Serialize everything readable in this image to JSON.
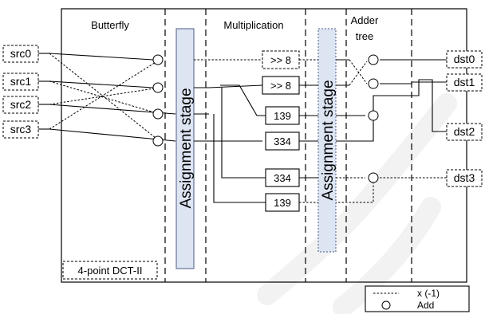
{
  "sections": {
    "butterfly": "Butterfly",
    "multiplication": "Multiplication",
    "adder_line1": "Adder",
    "adder_line2": "tree"
  },
  "assignment_stage_label": "Assignment stage",
  "block_label": "4-point DCT-II",
  "inputs": [
    "src0",
    "src1",
    "src2",
    "src3"
  ],
  "outputs": [
    "dst0",
    "dst1",
    "dst2",
    "dst3"
  ],
  "shift_boxes": [
    ">> 8",
    ">> 8"
  ],
  "multiplier_boxes": [
    "139",
    "334",
    "334",
    "139"
  ],
  "legend": {
    "negate_label": "x (-1)",
    "add_label": "Add"
  }
}
